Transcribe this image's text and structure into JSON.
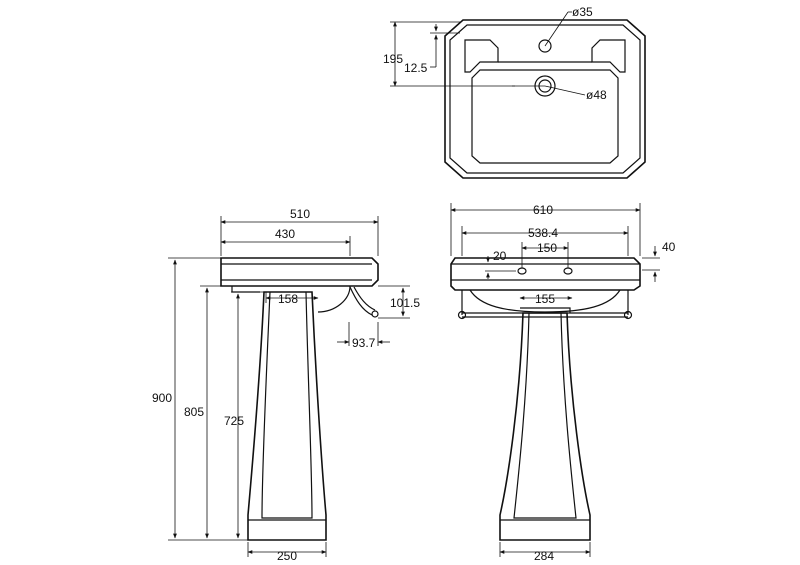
{
  "top_view": {
    "tap_hole_diameter": "ø35",
    "waste_diameter": "ø48",
    "depth_to_waste": "195",
    "back_to_tap": "12.5"
  },
  "side_view": {
    "overall_depth": "510",
    "bowl_depth": "430",
    "pedestal_offset": "158",
    "trap_height": "101.5",
    "trap_offset": "93.7",
    "overall_height": "900",
    "basin_underside_height": "805",
    "pedestal_height": "725",
    "pedestal_base_depth": "250"
  },
  "front_view": {
    "overall_width": "610",
    "towel_rail_width": "538.4",
    "tap_centres": "150",
    "tap_offset": "20",
    "rim_height": "40",
    "pedestal_top_width": "155",
    "pedestal_base_width": "284"
  }
}
